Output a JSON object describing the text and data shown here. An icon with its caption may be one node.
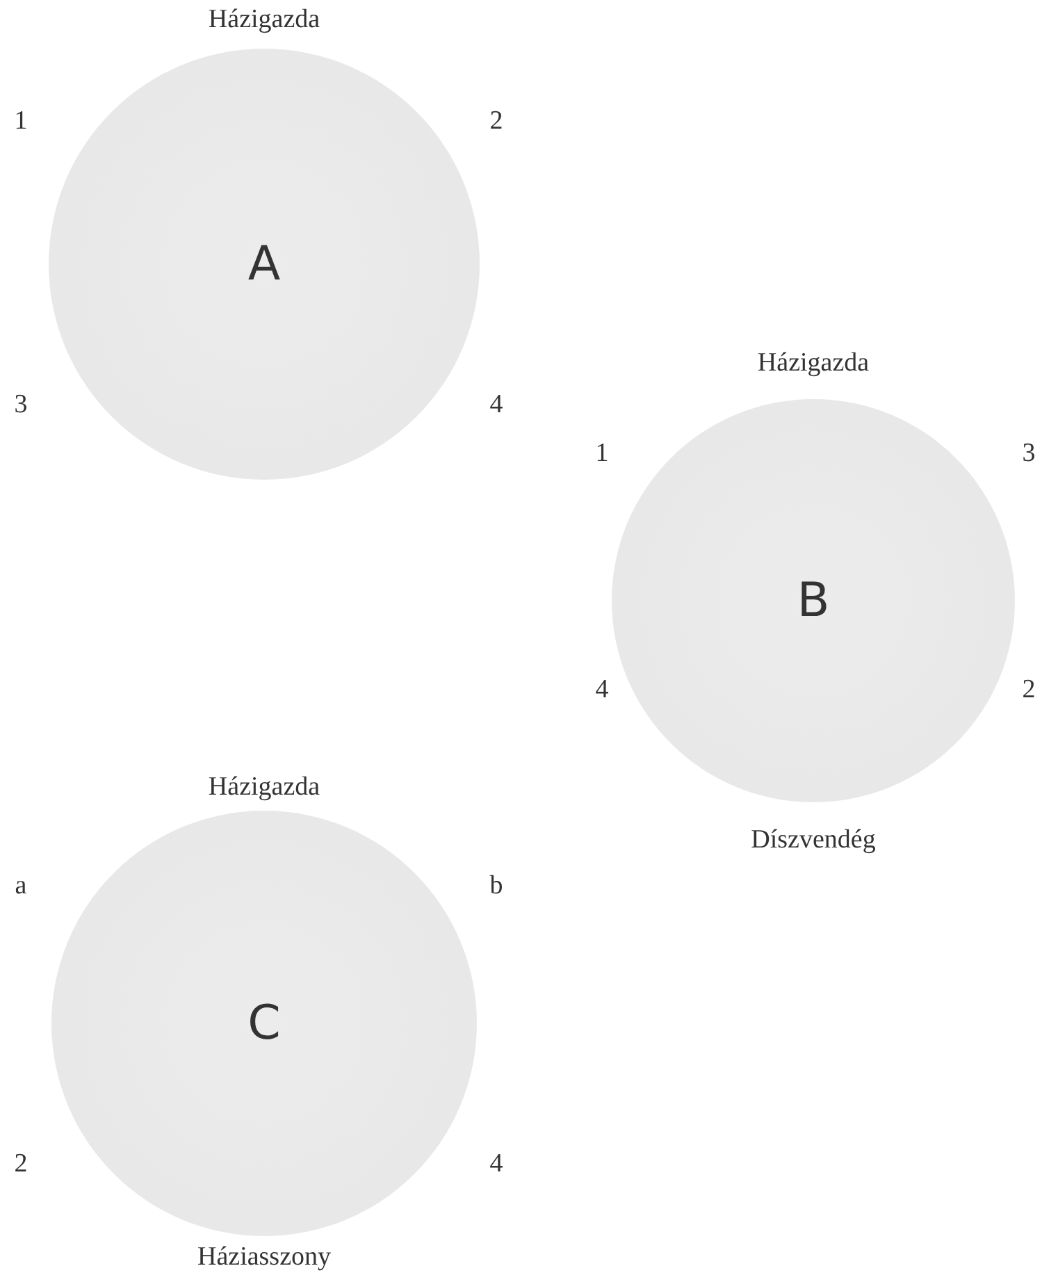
{
  "diagram": {
    "nodes": [
      {
        "text": [
          "A"
        ],
        "beside": [
          "Házigazda",
          "1",
          "2",
          "3",
          "4"
        ]
      },
      {
        "text": [
          "B"
        ],
        "beside": [
          "Házigazda",
          "1",
          "3",
          "4",
          "2",
          "Díszvendég"
        ]
      },
      {
        "text": [
          "C"
        ],
        "beside": [
          "Házigazda",
          "a",
          "b",
          "2",
          "4",
          "Háziasszony"
        ]
      }
    ],
    "edges": []
  }
}
